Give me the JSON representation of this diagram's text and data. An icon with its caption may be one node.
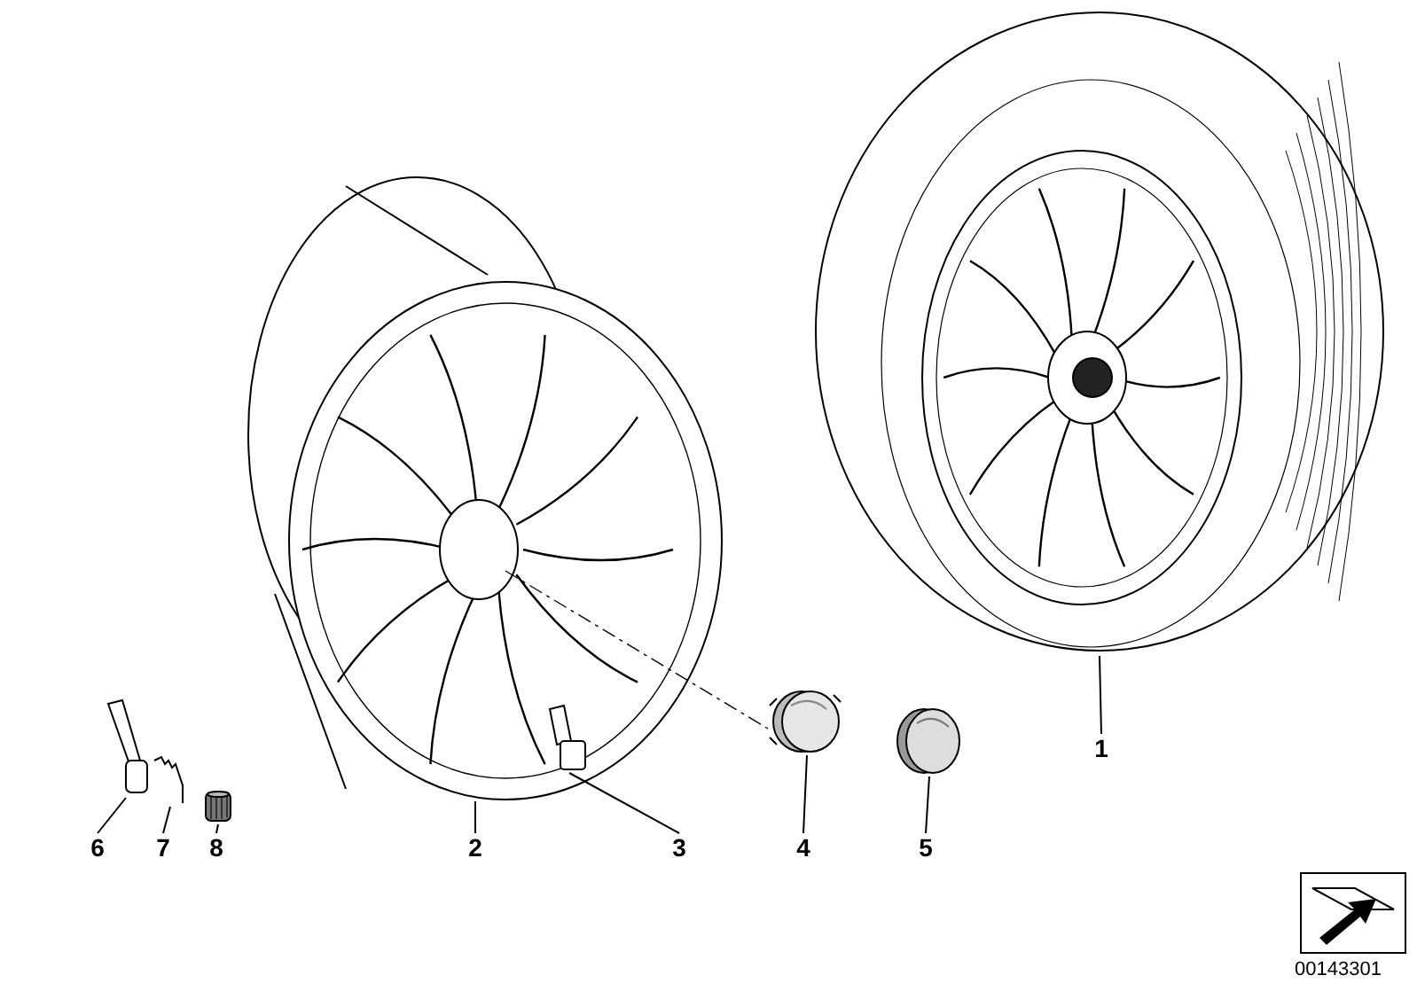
{
  "diagram": {
    "nodes": [
      {
        "text": [
          "1"
        ]
      },
      {
        "text": [
          "2"
        ]
      },
      {
        "text": [
          "3"
        ]
      },
      {
        "text": [
          "4"
        ]
      },
      {
        "text": [
          "5"
        ]
      },
      {
        "text": [
          "6"
        ]
      },
      {
        "text": [
          "7"
        ]
      },
      {
        "text": [
          "8"
        ]
      },
      {
        "text": [],
        "shape": "picture"
      },
      {
        "text": [],
        "shape": "picture"
      },
      {
        "text": [],
        "shape": "picture",
        "in": 9
      },
      {
        "text": [],
        "shape": "picture"
      },
      {
        "text": [],
        "shape": "picture"
      },
      {
        "text": [],
        "shape": "picture"
      },
      {
        "text": [],
        "shape": "picture"
      },
      {
        "text": [],
        "shape": "picture"
      }
    ],
    "edges": [
      {
        "from": 0,
        "to": 8,
        "arrow": "none"
      },
      {
        "from": 1,
        "to": 9,
        "arrow": "none"
      },
      {
        "from": 2,
        "to": 10,
        "arrow": "none"
      },
      {
        "from": 3,
        "to": 11,
        "arrow": "none"
      },
      {
        "from": 4,
        "to": 12,
        "arrow": "none"
      },
      {
        "from": 5,
        "to": 13,
        "arrow": "none"
      },
      {
        "from": 6,
        "to": 14,
        "arrow": "none"
      },
      {
        "from": 7,
        "to": 15,
        "arrow": "none"
      },
      {
        "from": 9,
        "to": 11,
        "arrow": "none",
        "style": "dashed"
      }
    ],
    "labels": [
      "00143301"
    ]
  }
}
